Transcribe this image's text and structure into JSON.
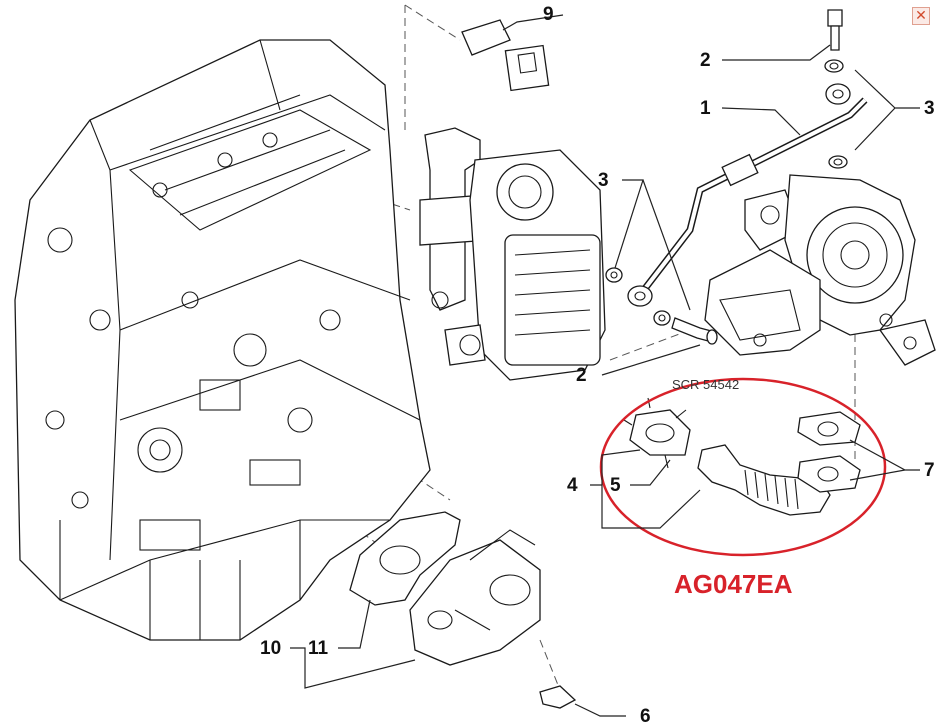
{
  "close_icon": "close-icon",
  "callouts": [
    "9",
    "2",
    "1",
    "3",
    "3",
    "2",
    "7",
    "4",
    "5",
    "10",
    "11",
    "6"
  ],
  "reference_code": "SCR 54542",
  "highlight": {
    "part_number": "AG047EA",
    "color": "#d8222a"
  }
}
